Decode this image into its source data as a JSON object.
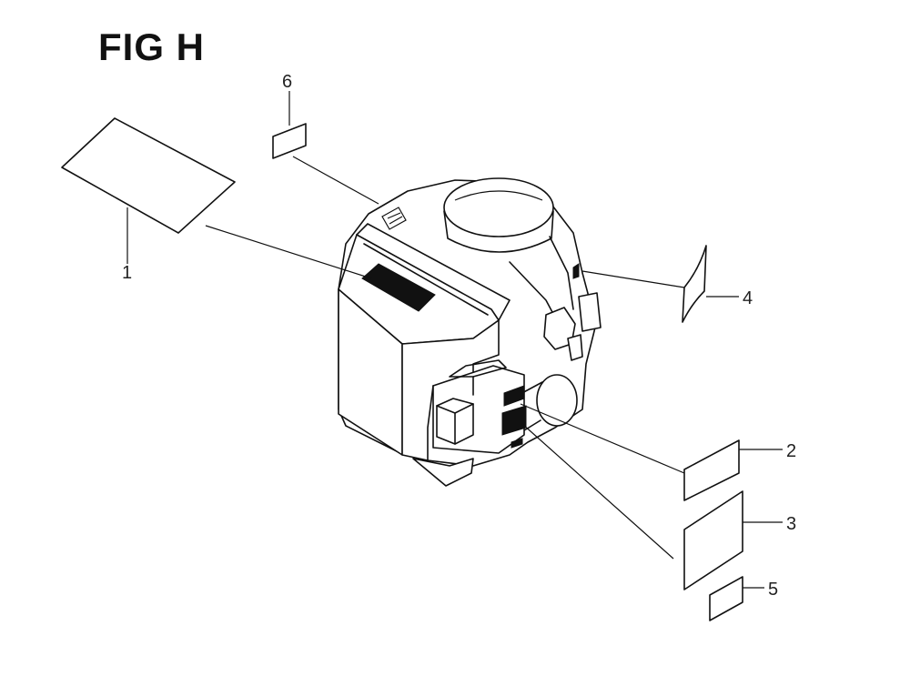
{
  "figure": {
    "title": "FIG H"
  },
  "callouts": [
    {
      "id": "1",
      "label": "1"
    },
    {
      "id": "2",
      "label": "2"
    },
    {
      "id": "3",
      "label": "3"
    },
    {
      "id": "4",
      "label": "4"
    },
    {
      "id": "5",
      "label": "5"
    },
    {
      "id": "6",
      "label": "6"
    }
  ]
}
